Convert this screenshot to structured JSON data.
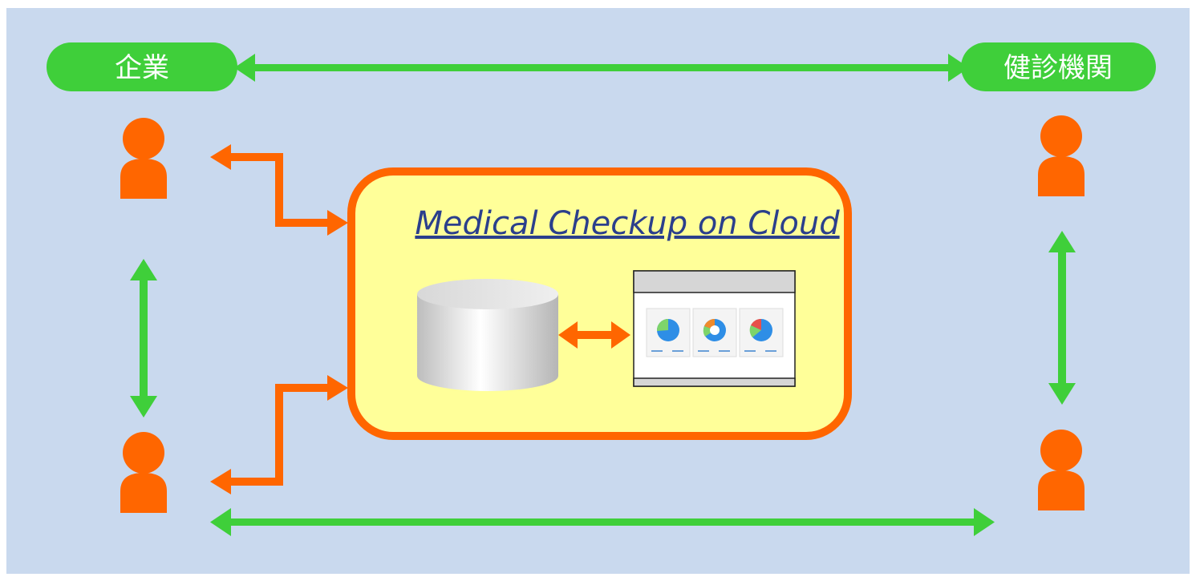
{
  "nodes": {
    "company": {
      "label": "企業"
    },
    "health_institution": {
      "label": "健診機関"
    },
    "cloud": {
      "title": "Medical Checkup on Cloud"
    }
  },
  "colors": {
    "background": "#c9d9ee",
    "green": "#3fcf3a",
    "orange": "#ff6600",
    "cloud_fill": "#ffff99",
    "title": "#2b3f8c"
  },
  "icons": [
    "person-icon",
    "database-icon",
    "dashboard-screen-icon",
    "double-arrow-icon",
    "elbow-arrow-icon"
  ]
}
